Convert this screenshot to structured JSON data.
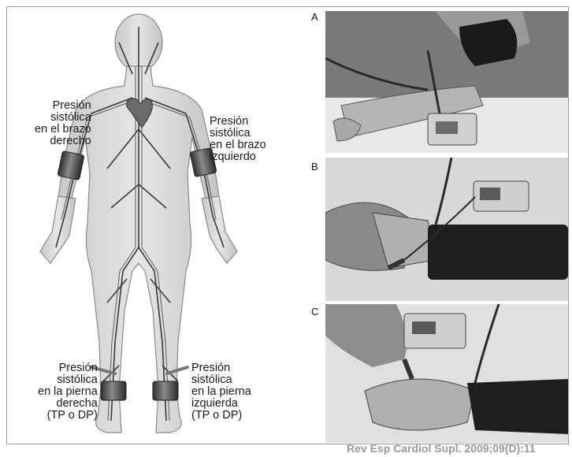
{
  "labels": {
    "right_arm": [
      "Presión",
      "sistólica",
      "en el brazo",
      "derecho"
    ],
    "left_arm": [
      "Presión",
      "sistólica",
      "en el brazo",
      "izquierdo"
    ],
    "right_leg": [
      "Presión",
      "sistólica",
      "en la pierna",
      "derecha",
      "(TP o DP)"
    ],
    "left_leg": [
      "Presión",
      "sistólica",
      "en la pierna",
      "izquierda",
      "(TP o DP)"
    ]
  },
  "photos": [
    {
      "letter": "A"
    },
    {
      "letter": "B"
    },
    {
      "letter": "C"
    }
  ],
  "citation": "Rev Esp Cardiol Supl. 2009;09(D):11",
  "colors": {
    "body_fill": "#d9d9d9",
    "body_stroke": "#8a8a8a",
    "vessels": "#3a3a3a",
    "cuff": "#4a4a4a",
    "photo_bg": "#6f6f6f"
  }
}
